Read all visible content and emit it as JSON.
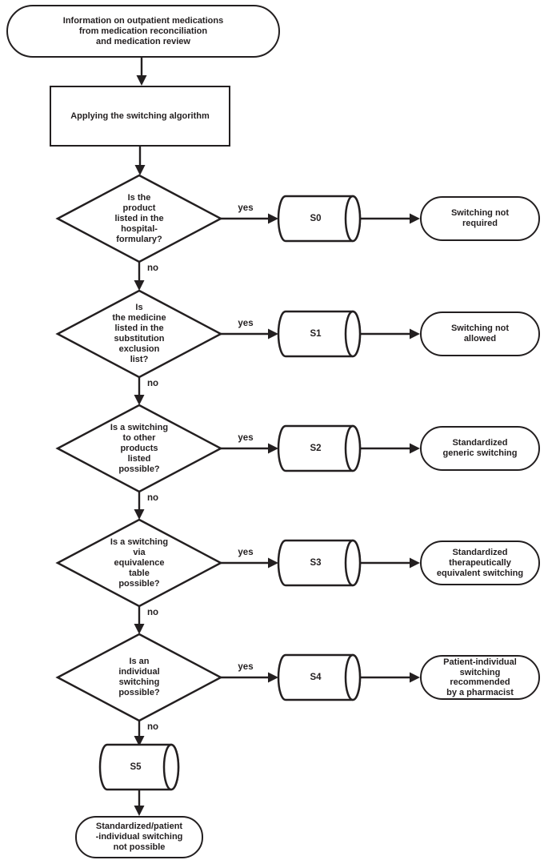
{
  "nodes": {
    "start": "Information on outpatient medications\nfrom medication reconciliation\nand medication review",
    "process": "Applying the switching algorithm"
  },
  "rows": [
    {
      "question": "Is the\nproduct\nlisted in the\nhospital-\nformulary?",
      "yes": "yes",
      "no": "no",
      "step": "S0",
      "outcome": "Switching not\nrequired"
    },
    {
      "question": "Is\nthe medicine\nlisted in the\nsubstitution\nexclusion\nlist?",
      "yes": "yes",
      "no": "no",
      "step": "S1",
      "outcome": "Switching not\nallowed"
    },
    {
      "question": "Is a switching\nto other\nproducts\nlisted\npossible?",
      "yes": "yes",
      "no": "no",
      "step": "S2",
      "outcome": "Standardized\ngeneric switching"
    },
    {
      "question": "Is a switching\nvia\nequivalence\ntable\npossible?",
      "yes": "yes",
      "no": "no",
      "step": "S3",
      "outcome": "Standardized\ntherapeutically\nequivalent switching"
    },
    {
      "question": "Is an\nindividual\nswitching\npossible?",
      "yes": "yes",
      "no": "no",
      "step": "S4",
      "outcome": "Patient-individual\nswitching\nrecommended\nby a pharmacist"
    }
  ],
  "final": {
    "no": "no",
    "step": "S5",
    "outcome": "Standardized/patient\n-individual switching\nnot possible"
  },
  "colors": {
    "stroke": "#231f20",
    "background": "#ffffff"
  }
}
